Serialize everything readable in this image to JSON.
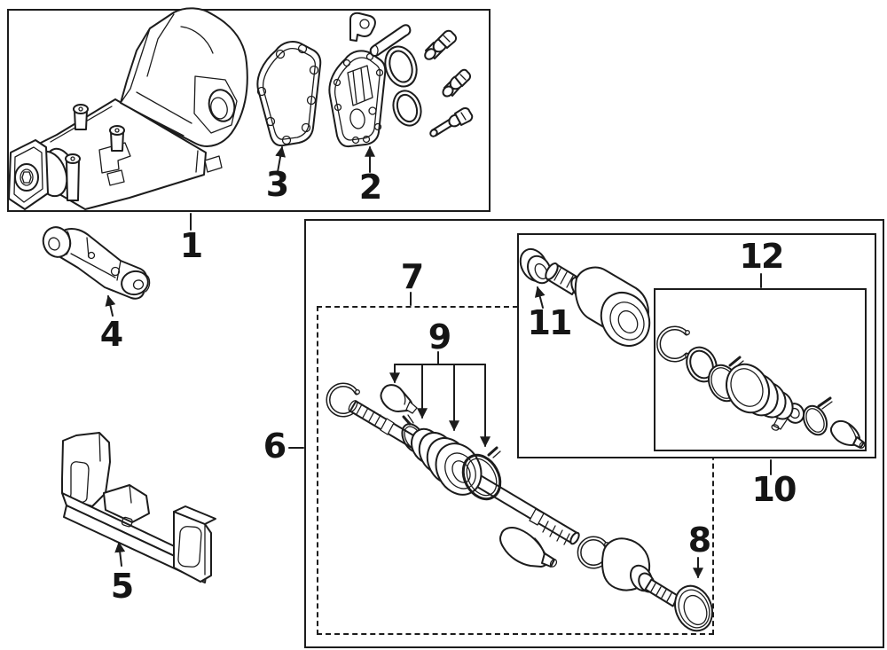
{
  "callouts": {
    "c1": "1",
    "c2": "2",
    "c3": "3",
    "c4": "4",
    "c5": "5",
    "c6": "6",
    "c7": "7",
    "c8": "8",
    "c9": "9",
    "c10": "10",
    "c11": "11",
    "c12": "12"
  },
  "colors": {
    "line": "#1c1c1c",
    "background": "#ffffff"
  }
}
